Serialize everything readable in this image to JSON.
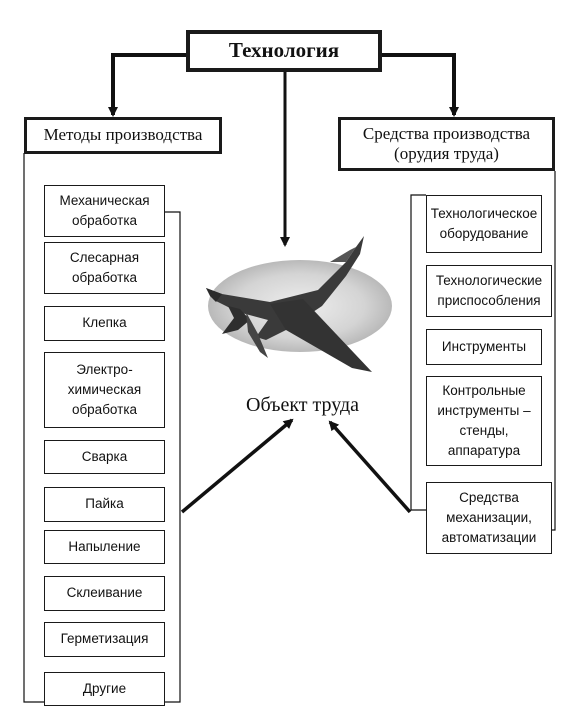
{
  "title": "Технология",
  "left": {
    "header": "Методы производства",
    "items": [
      "Механическая\nобработка",
      "Слесарная\nобработка",
      "Клепка",
      "Электро-\nхимическая\nобработка",
      "Сварка",
      "Пайка",
      "Напыление",
      "Склеивание",
      "Герметизация",
      "Другие"
    ]
  },
  "right": {
    "header": "Средства производства\n(орудия труда)",
    "items": [
      "Технологическое\nоборудование",
      "Технологические\nприспособления",
      "Инструменты",
      "Контрольные\nинструменты –\nстенды,\nаппаратура",
      "Средства\nмеханизации,\nавтоматизации"
    ]
  },
  "center": {
    "label": "Объект труда",
    "image": "fighter-jet-on-grey-ellipse"
  },
  "colors": {
    "line": "#111111",
    "jet": "#3a3a3a",
    "ellipse": "#d4d4d4"
  }
}
